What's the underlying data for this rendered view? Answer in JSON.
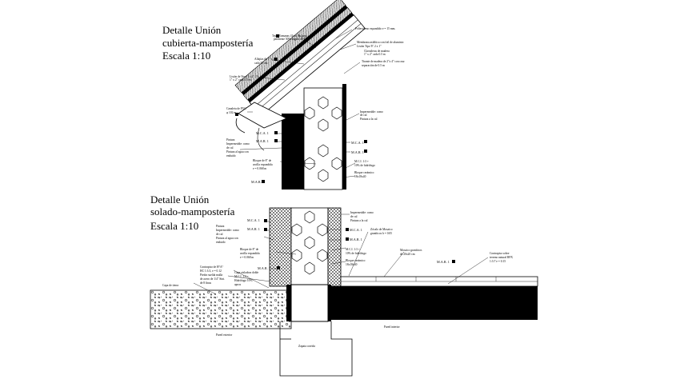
{
  "titles": {
    "roof_1": "Detalle Unión",
    "roof_2": "cubierta-mampostería",
    "roof_3": "Escala 1:10",
    "floor_1": "Detalle Unión",
    "floor_2": "solado-mampostería",
    "floor_3": "Escala 1:10"
  },
  "roof_notes": {
    "n1": "Tejas Romanas 41cm. de largo",
    "n1b": "pendiente 50% ángulo de 27°",
    "n2": "Poliestireno expandido e = 15 mm.",
    "n3": "Membrana asfáltica con foil de aluminio",
    "n3b": "Listón Tipo 'E' 2 x 1\"",
    "n4": "Listón de Yeso 1 x 2\" (?)",
    "n5": "Alfajías de 1\" x 2\"",
    "n5b": "cada 50 cm",
    "n6": "Clavaderas de madera",
    "n6b": "1\" x 2\" cada 0.5 m",
    "n7": "Tirante de madera de 2\"x 4\" con cruz",
    "n7b": "separación de 0.5 m",
    "n8": "Canaleta de PVC",
    "n8b": "φ 102 m",
    "n9": "Impermeable: como",
    "n9b": "de cal",
    "n9c": "Pintura a la cal",
    "n10": "M.C.A. 1",
    "n11": "M.A.R. 1",
    "n12": "M.C.A. 1",
    "n13": "M.A.R. 1",
    "n14": "Pintura",
    "n14b": "Impermeable: como",
    "n14c": "de cal",
    "n14d": "Pintura al agua con",
    "n14e": "enduido",
    "n15": "Bloque de 8\" de",
    "n15b": "arcilla expandida",
    "n15c": "e = 0.068 m",
    "n16": "M.C.I. 1:3 +",
    "n16b": "10% de hidrófugo",
    "n17": "Bloque cerámico",
    "n17b": "18x18x40",
    "n18": "M.A.R. 1"
  },
  "floor_notes": {
    "n1": "Impermeable: como",
    "n1b": "de cal",
    "n1c": "Pintura a la cal",
    "n2": "M.C.A. 1",
    "n3": "M.A.R. 1",
    "n4": "Pintura",
    "n4b": "Impermeable: como",
    "n4c": "de cal",
    "n4d": "Pintura al agua con",
    "n4e": "enduido",
    "n5": "M.C.A. 1",
    "n6": "M.A.R. 1",
    "n7": "Zócalo de Mosaico",
    "n7b": "graníticos h = 0.05",
    "n8": "Bloque de 8\" de",
    "n8b": "arcilla expandida",
    "n8c": "e = 0.068 m",
    "n9": "M.C.I. 1:3 +",
    "n9b": "10% de hidrófugo",
    "n10": "Mosaico graníticos",
    "n10b": "de 20x20 cm",
    "n11": "Bloque cerámico",
    "n11b": "18x18x40",
    "n12": "M.A.R. 1",
    "n13": "Contrapiso sobre",
    "n13b": "terreno natural RPX",
    "n13c": "1:3:7 e = 0.15",
    "n14": "Contrapiso de H°A°",
    "n14b": "HC 1:3:3, e = 0.12",
    "n14c": "Piedra suelda malla",
    "n14d": "de acero de 1/4\" Sint.",
    "n14e": "de 8 finas",
    "n15": "Capa aisladora doble",
    "n15b": "M.C.I. 1:3 +",
    "n15c": "Hidrófugo 10%",
    "n15d": "aprox",
    "n16": "Capa de tierra",
    "n17": "M.A.R. 1",
    "n18": "Pared exterior",
    "n19": "Pared interior",
    "n20": "Zapata corrida"
  }
}
